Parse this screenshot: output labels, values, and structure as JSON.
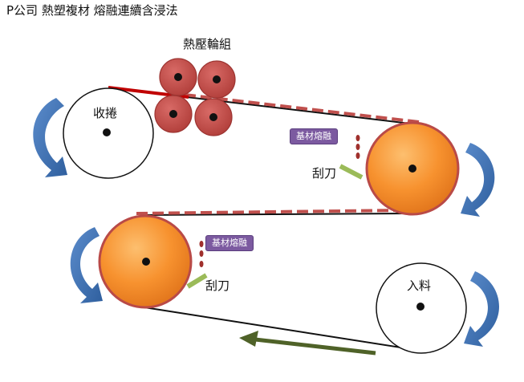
{
  "title": "P公司 熱塑複材 熔融連續含浸法",
  "labels": {
    "press_rollers": "熱壓輪組",
    "takeup": "收捲",
    "feed": "入料",
    "scraper_1": "刮刀",
    "scraper_2": "刮刀",
    "melt_1": "基材熔融",
    "melt_2": "基材熔融"
  },
  "colors": {
    "roller_red": "#c0504d",
    "drum_orange": "#f79646",
    "rotation_arrow": "#4f81bd",
    "feed_arrow": "#4f6228",
    "scraper": "#9bbb59",
    "badge": "#7c5aa0"
  }
}
